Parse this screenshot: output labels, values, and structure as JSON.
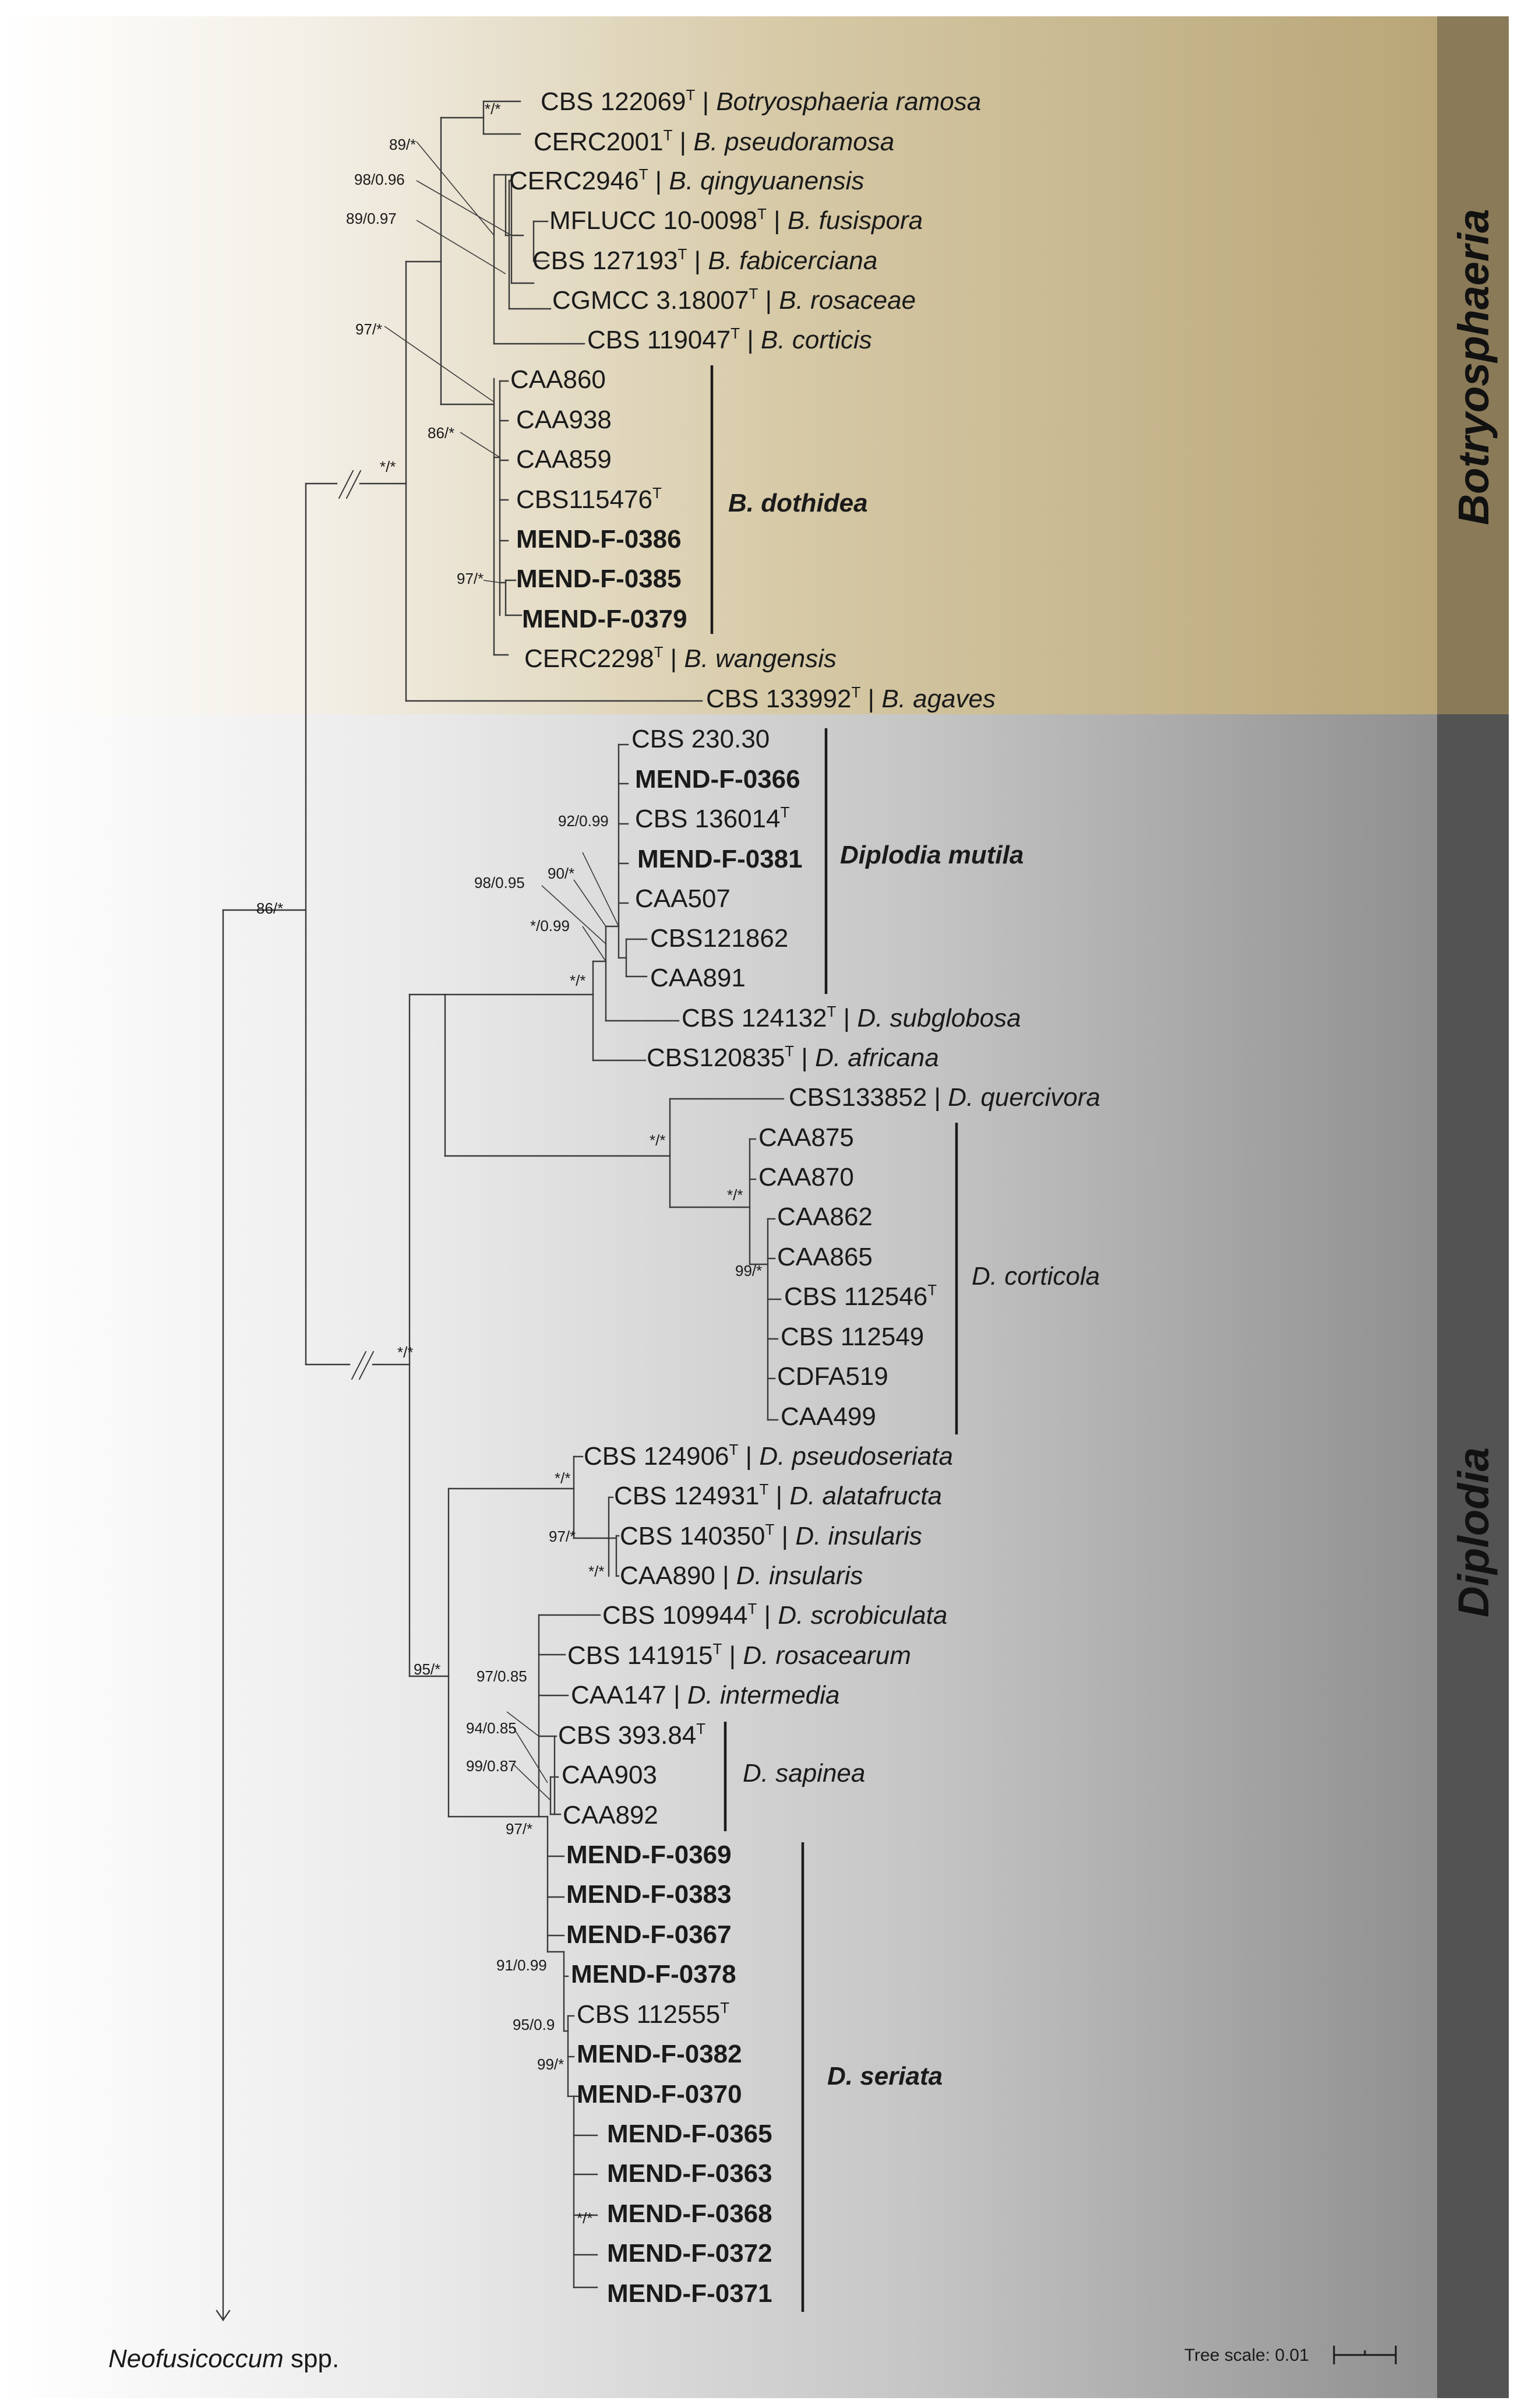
{
  "genera": {
    "top": "Botryosphaeria",
    "bottom": "Diplodia"
  },
  "colors": {
    "botryo_band": "#bca97c",
    "botryo_bar": "#8a7a58",
    "diplodia_band": "#9c9c9c",
    "diplodia_bar": "#535353",
    "branch": "#3a3a3a"
  },
  "leaves": [
    {
      "id": "l1",
      "parts": [
        {
          "t": "CBS 122069"
        },
        {
          "t": "T",
          "sup": true
        },
        {
          "t": " | "
        },
        {
          "t": "Botryosphaeria ramosa",
          "it": true
        }
      ]
    },
    {
      "id": "l2",
      "parts": [
        {
          "t": "CERC2001"
        },
        {
          "t": "T",
          "sup": true
        },
        {
          "t": " | "
        },
        {
          "t": "B. pseudoramosa",
          "it": true
        }
      ]
    },
    {
      "id": "l3",
      "parts": [
        {
          "t": "CERC2946"
        },
        {
          "t": "T",
          "sup": true
        },
        {
          "t": " | "
        },
        {
          "t": "B. qingyuanensis",
          "it": true
        }
      ]
    },
    {
      "id": "l4",
      "parts": [
        {
          "t": "MFLUCC 10-0098"
        },
        {
          "t": "T",
          "sup": true
        },
        {
          "t": " | "
        },
        {
          "t": "B. fusispora",
          "it": true
        }
      ]
    },
    {
      "id": "l5",
      "parts": [
        {
          "t": "CBS 127193"
        },
        {
          "t": "T",
          "sup": true
        },
        {
          "t": " | "
        },
        {
          "t": "B. fabicerciana",
          "it": true
        }
      ]
    },
    {
      "id": "l6",
      "parts": [
        {
          "t": "CGMCC 3.18007"
        },
        {
          "t": "T",
          "sup": true
        },
        {
          "t": " | "
        },
        {
          "t": "B. rosaceae",
          "it": true
        }
      ]
    },
    {
      "id": "l7",
      "parts": [
        {
          "t": "CBS 119047"
        },
        {
          "t": "T",
          "sup": true
        },
        {
          "t": " | "
        },
        {
          "t": "B. corticis",
          "it": true
        }
      ]
    },
    {
      "id": "l8",
      "parts": [
        {
          "t": "CAA860"
        }
      ]
    },
    {
      "id": "l9",
      "parts": [
        {
          "t": "CAA938"
        }
      ]
    },
    {
      "id": "l10",
      "parts": [
        {
          "t": "CAA859"
        }
      ]
    },
    {
      "id": "l11",
      "parts": [
        {
          "t": "CBS115476"
        },
        {
          "t": "T",
          "sup": true
        }
      ]
    },
    {
      "id": "l12",
      "parts": [
        {
          "t": "MEND-F-0386",
          "b": true
        }
      ]
    },
    {
      "id": "l13",
      "parts": [
        {
          "t": "MEND-F-0385",
          "b": true
        }
      ]
    },
    {
      "id": "l14",
      "parts": [
        {
          "t": "MEND-F-0379",
          "b": true
        }
      ]
    },
    {
      "id": "l15",
      "parts": [
        {
          "t": "CERC2298"
        },
        {
          "t": "T",
          "sup": true
        },
        {
          "t": " | "
        },
        {
          "t": "B. wangensis",
          "it": true
        }
      ]
    },
    {
      "id": "l16",
      "parts": [
        {
          "t": "CBS 133992"
        },
        {
          "t": "T",
          "sup": true
        },
        {
          "t": " | "
        },
        {
          "t": "B. agaves",
          "it": true
        }
      ]
    },
    {
      "id": "l17",
      "parts": [
        {
          "t": "CBS 230.30"
        }
      ]
    },
    {
      "id": "l18",
      "parts": [
        {
          "t": "MEND-F-0366",
          "b": true
        }
      ]
    },
    {
      "id": "l19",
      "parts": [
        {
          "t": "CBS 136014"
        },
        {
          "t": "T",
          "sup": true
        }
      ]
    },
    {
      "id": "l20",
      "parts": [
        {
          "t": "MEND-F-0381",
          "b": true
        }
      ]
    },
    {
      "id": "l21",
      "parts": [
        {
          "t": "CAA507"
        }
      ]
    },
    {
      "id": "l22",
      "parts": [
        {
          "t": "CBS121862"
        }
      ]
    },
    {
      "id": "l23",
      "parts": [
        {
          "t": "CAA891"
        }
      ]
    },
    {
      "id": "l24",
      "parts": [
        {
          "t": "CBS 124132"
        },
        {
          "t": "T",
          "sup": true
        },
        {
          "t": " | "
        },
        {
          "t": "D. subglobosa",
          "it": true
        }
      ]
    },
    {
      "id": "l25",
      "parts": [
        {
          "t": "CBS120835"
        },
        {
          "t": "T",
          "sup": true
        },
        {
          "t": " | "
        },
        {
          "t": "D. africana",
          "it": true
        }
      ]
    },
    {
      "id": "l26",
      "parts": [
        {
          "t": "CBS133852"
        },
        {
          "t": " | "
        },
        {
          "t": "D. quercivora",
          "it": true
        }
      ]
    },
    {
      "id": "l27",
      "parts": [
        {
          "t": "CAA875"
        }
      ]
    },
    {
      "id": "l28",
      "parts": [
        {
          "t": "CAA870"
        }
      ]
    },
    {
      "id": "l29",
      "parts": [
        {
          "t": "CAA862"
        }
      ]
    },
    {
      "id": "l30",
      "parts": [
        {
          "t": "CAA865"
        }
      ]
    },
    {
      "id": "l31",
      "parts": [
        {
          "t": "CBS 112546"
        },
        {
          "t": "T",
          "sup": true
        }
      ]
    },
    {
      "id": "l32",
      "parts": [
        {
          "t": "CBS 112549"
        }
      ]
    },
    {
      "id": "l33",
      "parts": [
        {
          "t": "CDFA519"
        }
      ]
    },
    {
      "id": "l34",
      "parts": [
        {
          "t": "CAA499"
        }
      ]
    },
    {
      "id": "l35",
      "parts": [
        {
          "t": "CBS 124906"
        },
        {
          "t": "T",
          "sup": true
        },
        {
          "t": " | "
        },
        {
          "t": "D. pseudoseriata",
          "it": true
        }
      ]
    },
    {
      "id": "l36",
      "parts": [
        {
          "t": "CBS 124931"
        },
        {
          "t": "T",
          "sup": true
        },
        {
          "t": " | "
        },
        {
          "t": "D. alatafructa",
          "it": true
        }
      ]
    },
    {
      "id": "l37",
      "parts": [
        {
          "t": "CBS 140350"
        },
        {
          "t": "T",
          "sup": true
        },
        {
          "t": " | "
        },
        {
          "t": "D. insularis",
          "it": true
        }
      ]
    },
    {
      "id": "l38",
      "parts": [
        {
          "t": "CAA890"
        },
        {
          "t": " | "
        },
        {
          "t": "D. insularis",
          "it": true
        }
      ]
    },
    {
      "id": "l39",
      "parts": [
        {
          "t": "CBS 109944"
        },
        {
          "t": "T",
          "sup": true
        },
        {
          "t": " | "
        },
        {
          "t": "D. scrobiculata",
          "it": true
        }
      ]
    },
    {
      "id": "l40",
      "parts": [
        {
          "t": "CBS 141915"
        },
        {
          "t": "T",
          "sup": true
        },
        {
          "t": " | "
        },
        {
          "t": "D. rosacearum",
          "it": true
        }
      ]
    },
    {
      "id": "l41",
      "parts": [
        {
          "t": "CAA147"
        },
        {
          "t": " | "
        },
        {
          "t": "D. intermedia",
          "it": true
        }
      ]
    },
    {
      "id": "l42",
      "parts": [
        {
          "t": "CBS 393.84"
        },
        {
          "t": "T",
          "sup": true
        }
      ]
    },
    {
      "id": "l43",
      "parts": [
        {
          "t": "CAA903"
        }
      ]
    },
    {
      "id": "l44",
      "parts": [
        {
          "t": "CAA892"
        }
      ]
    },
    {
      "id": "l45",
      "parts": [
        {
          "t": "MEND-F-0369",
          "b": true
        }
      ]
    },
    {
      "id": "l46",
      "parts": [
        {
          "t": "MEND-F-0383",
          "b": true
        }
      ]
    },
    {
      "id": "l47",
      "parts": [
        {
          "t": "MEND-F-0367",
          "b": true
        }
      ]
    },
    {
      "id": "l48",
      "parts": [
        {
          "t": "MEND-F-0378",
          "b": true
        }
      ]
    },
    {
      "id": "l49",
      "parts": [
        {
          "t": "CBS 112555"
        },
        {
          "t": "T",
          "sup": true
        }
      ]
    },
    {
      "id": "l50",
      "parts": [
        {
          "t": "MEND-F-0382",
          "b": true
        }
      ]
    },
    {
      "id": "l51",
      "parts": [
        {
          "t": "MEND-F-0370",
          "b": true
        }
      ]
    },
    {
      "id": "l52",
      "parts": [
        {
          "t": "MEND-F-0365",
          "b": true
        }
      ]
    },
    {
      "id": "l53",
      "parts": [
        {
          "t": "MEND-F-0363",
          "b": true
        }
      ]
    },
    {
      "id": "l54",
      "parts": [
        {
          "t": "MEND-F-0368",
          "b": true
        }
      ]
    },
    {
      "id": "l55",
      "parts": [
        {
          "t": "MEND-F-0372",
          "b": true
        }
      ]
    },
    {
      "id": "l56",
      "parts": [
        {
          "t": "MEND-F-0371",
          "b": true
        }
      ]
    }
  ],
  "support_values": [
    {
      "id": "s1",
      "text": "*/*"
    },
    {
      "id": "s2",
      "text": "89/*"
    },
    {
      "id": "s3",
      "text": "98/0.96"
    },
    {
      "id": "s4",
      "text": "89/0.97"
    },
    {
      "id": "s5",
      "text": "97/*"
    },
    {
      "id": "s6",
      "text": "86/*"
    },
    {
      "id": "s7",
      "text": "*/*"
    },
    {
      "id": "s8",
      "text": "97/*"
    },
    {
      "id": "s9",
      "text": "86/*"
    },
    {
      "id": "s10",
      "text": "92/0.99"
    },
    {
      "id": "s11",
      "text": "90/*"
    },
    {
      "id": "s12",
      "text": "98/0.95"
    },
    {
      "id": "s13",
      "text": "*/0.99"
    },
    {
      "id": "s14",
      "text": "*/*"
    },
    {
      "id": "s15",
      "text": "*/*"
    },
    {
      "id": "s16",
      "text": "*/*"
    },
    {
      "id": "s17",
      "text": "99/*"
    },
    {
      "id": "s18",
      "text": "*/*"
    },
    {
      "id": "s19",
      "text": "*/*"
    },
    {
      "id": "s20",
      "text": "97/*"
    },
    {
      "id": "s21",
      "text": "*/*"
    },
    {
      "id": "s22",
      "text": "95/*"
    },
    {
      "id": "s23",
      "text": "97/0.85"
    },
    {
      "id": "s24",
      "text": "94/0.85"
    },
    {
      "id": "s25",
      "text": "99/0.87"
    },
    {
      "id": "s26",
      "text": "97/*"
    },
    {
      "id": "s27",
      "text": "91/0.99"
    },
    {
      "id": "s28",
      "text": "95/0.9"
    },
    {
      "id": "s29",
      "text": "99/*"
    },
    {
      "id": "s30",
      "text": "*/*"
    }
  ],
  "clades": [
    {
      "id": "c1",
      "label": "B. dothidea",
      "bold": true,
      "italic": true
    },
    {
      "id": "c2",
      "label": "Diplodia mutila",
      "bold": true,
      "italic": true
    },
    {
      "id": "c3",
      "label": "D. corticola",
      "bold": false,
      "italic": true
    },
    {
      "id": "c4",
      "label": "D. sapinea",
      "bold": false,
      "italic": true
    },
    {
      "id": "c5",
      "label": "D. seriata",
      "bold": true,
      "italic": true
    }
  ],
  "outgroup": {
    "name": "Neofusicoccum",
    "suffix": " spp."
  },
  "scale": {
    "label": "Tree scale: 0.01"
  }
}
